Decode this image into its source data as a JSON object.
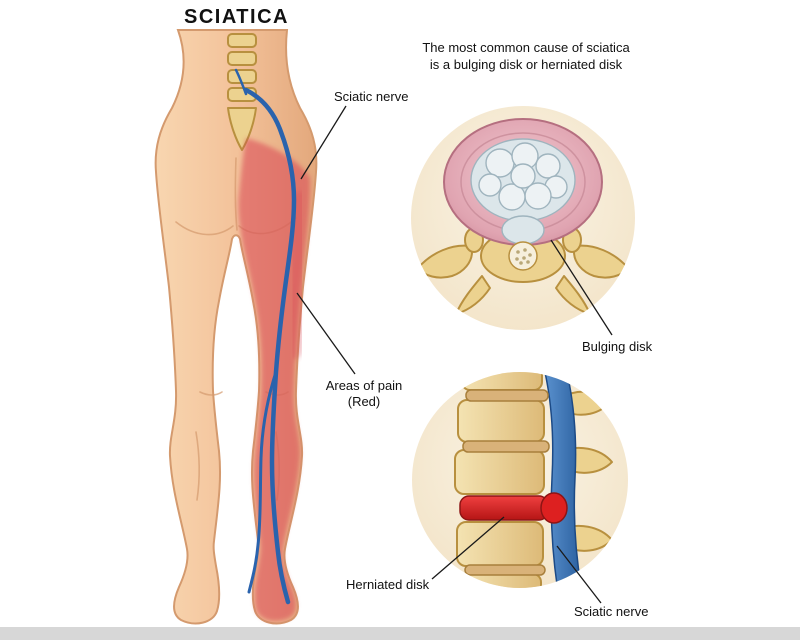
{
  "title": "SCIATICA",
  "caption": {
    "line1": "The most common cause of sciatica",
    "line2": "is a bulging disk or herniated disk"
  },
  "labels": {
    "sciatic_nerve_top": "Sciatic nerve",
    "areas_of_pain": "Areas of pain",
    "areas_of_pain_sub": "(Red)",
    "bulging_disk": "Bulging disk",
    "herniated_disk": "Herniated disk",
    "sciatic_nerve_bottom": "Sciatic nerve"
  },
  "colors": {
    "bg": "#ffffff",
    "text": "#111111",
    "line": "#1a1a1a",
    "skin": "#f3c29a",
    "skin-shadow": "#d49a6e",
    "pain-red": "#d84654",
    "nerve-blue": "#2a63ad",
    "bone-yellow": "#ecd28f",
    "bone-outline": "#b8903f",
    "disk-pink": "#e4aab6",
    "disk-pink-deep": "#c47f92",
    "nucleus-gray": "#dce6ea",
    "nucleus-outline": "#9fb4be",
    "circle-bg": "#f7ecd6",
    "disk-tan": "#d9b279",
    "herniation-red": "#dd2020",
    "spine-band-blue": "#3a79c0",
    "footer-gray": "#d7d7d7"
  }
}
